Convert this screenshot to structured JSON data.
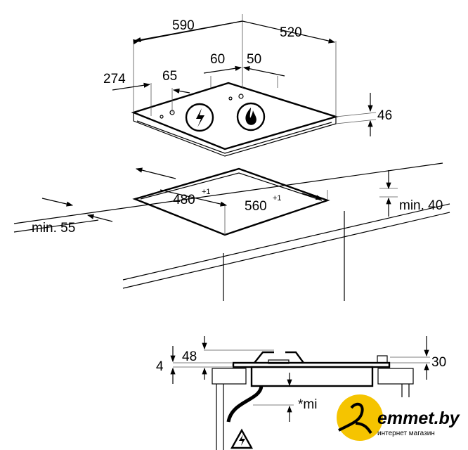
{
  "hob_dimensions": {
    "width": "590",
    "depth": "520",
    "left_offset": "274",
    "knob_offset": "65",
    "burner_left": "60",
    "burner_right": "50",
    "height": "46"
  },
  "cutout_dimensions": {
    "width": "480",
    "width_tol": "+1",
    "depth": "560",
    "depth_tol": "+1",
    "min_front": "min. 55",
    "min_back": "min. 40"
  },
  "section_dimensions": {
    "top": "48",
    "side": "4",
    "right": "30",
    "min_clearance": "*mi"
  },
  "watermark": {
    "brand": "emmet.by",
    "tagline": "интернет магазин",
    "accent": "#f5c400"
  }
}
